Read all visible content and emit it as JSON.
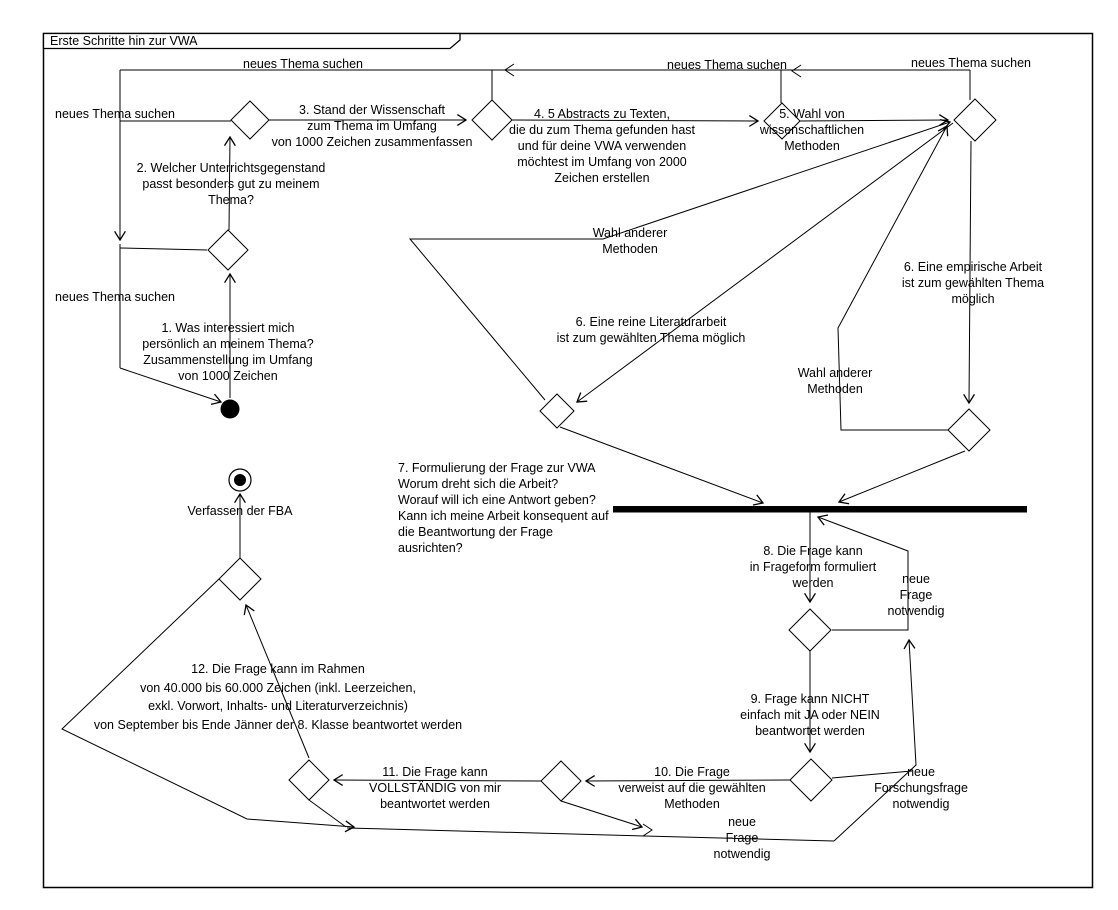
{
  "frame": {
    "title": "Erste Schritte hin zur VWA"
  },
  "edge_labels": {
    "neues_thema_1": "neues Thema suchen",
    "neues_thema_2": "neues Thema suchen",
    "neues_thema_3": "neues Thema suchen",
    "neues_thema_4": "neues Thema suchen",
    "neues_thema_5": "neues Thema suchen",
    "wahl_anderer_links": "Wahl anderer\nMethoden",
    "wahl_anderer_rechts": "Wahl anderer\nMethoden",
    "neue_frage_oben": "neue\nFrage\nnotwendig",
    "neue_forschungsfrage": "neue\nForschungsfrage\nnotwendig",
    "neue_frage_unten": "neue\nFrage\nnotwendig",
    "verfassen_der_fba": "Verfassen der FBA"
  },
  "steps": {
    "step1": "1. Was interessiert mich\npersönlich an meinem Thema?\nZusammenstellung im Umfang\nvon 1000 Zeichen",
    "step2": "2. Welcher Unterrichtsgegenstand\npasst besonders gut zu meinem\nThema?",
    "step3": "3. Stand der Wissenschaft\nzum Thema im Umfang\nvon 1000 Zeichen zusammenfassen",
    "step4": "4. 5 Abstracts zu Texten,\ndie du zum Thema gefunden hast\nund für deine VWA verwenden\nmöchtest im Umfang von 2000\nZeichen erstellen",
    "step5": "5. Wahl von\nwissenschaftlichen\nMethoden",
    "step6_literatur": "6. Eine reine Literaturarbeit\nist zum gewählten Thema möglich",
    "step6_empirisch": "6. Eine empirische Arbeit\nist zum gewählten Thema möglich",
    "step7": "7. Formulierung der Frage zur VWA\nWorum dreht sich die Arbeit?\nWorauf will ich eine Antwort geben?\nKann ich meine Arbeit konsequent auf\ndie Beantwortung der Frage\nausrichten?",
    "step8": "8. Die Frage kann\nin Frageform formuliert\nwerden",
    "step9": "9. Frage kann NICHT\neinfach mit JA oder NEIN\nbeantwortet werden",
    "step10": "10. Die Frage\nverweist auf die gewählten\nMethoden",
    "step11": "11. Die Frage kann\nVOLLSTÄNDIG von mir\nbeantwortet werden",
    "step12": "12. Die Frage kann im Rahmen\nvon 40.000 bis 60.000 Zeichen (inkl. Leerzeichen,\nexkl. Vorwort, Inhalts- und Literaturverzeichnis)\nvon September bis Ende Jänner der 8. Klasse beantwortet werden"
  },
  "colors": {
    "line": "#000000",
    "background": "#ffffff",
    "text": "#000000"
  }
}
